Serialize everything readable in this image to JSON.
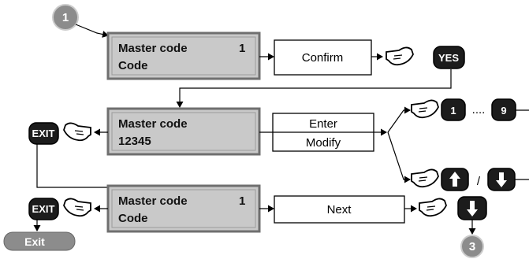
{
  "steps": {
    "start": "1",
    "end": "3"
  },
  "lcd1": {
    "line1": "Master code",
    "line2": "Code",
    "num": "1"
  },
  "lcd2": {
    "line1": "Master code",
    "line2": "12345"
  },
  "lcd3": {
    "line1": "Master code",
    "line2": "Code",
    "num": "1"
  },
  "actions": {
    "confirm": "Confirm",
    "enter": "Enter",
    "modify": "Modify",
    "next": "Next"
  },
  "keys": {
    "yes": "YES",
    "one": "1",
    "nine": "9",
    "ellipsis": "....",
    "slash": "/",
    "exit": "EXIT"
  },
  "exit_label": "Exit",
  "icons": {
    "hand": "pointing-hand-icon",
    "up": "arrow-up-icon",
    "down": "arrow-down-icon"
  },
  "colors": {
    "lcd_fill": "#c9c9c9",
    "lcd_border": "#6f6f6f",
    "circle": "#8c8c8c",
    "key": "#1c1c1c"
  }
}
